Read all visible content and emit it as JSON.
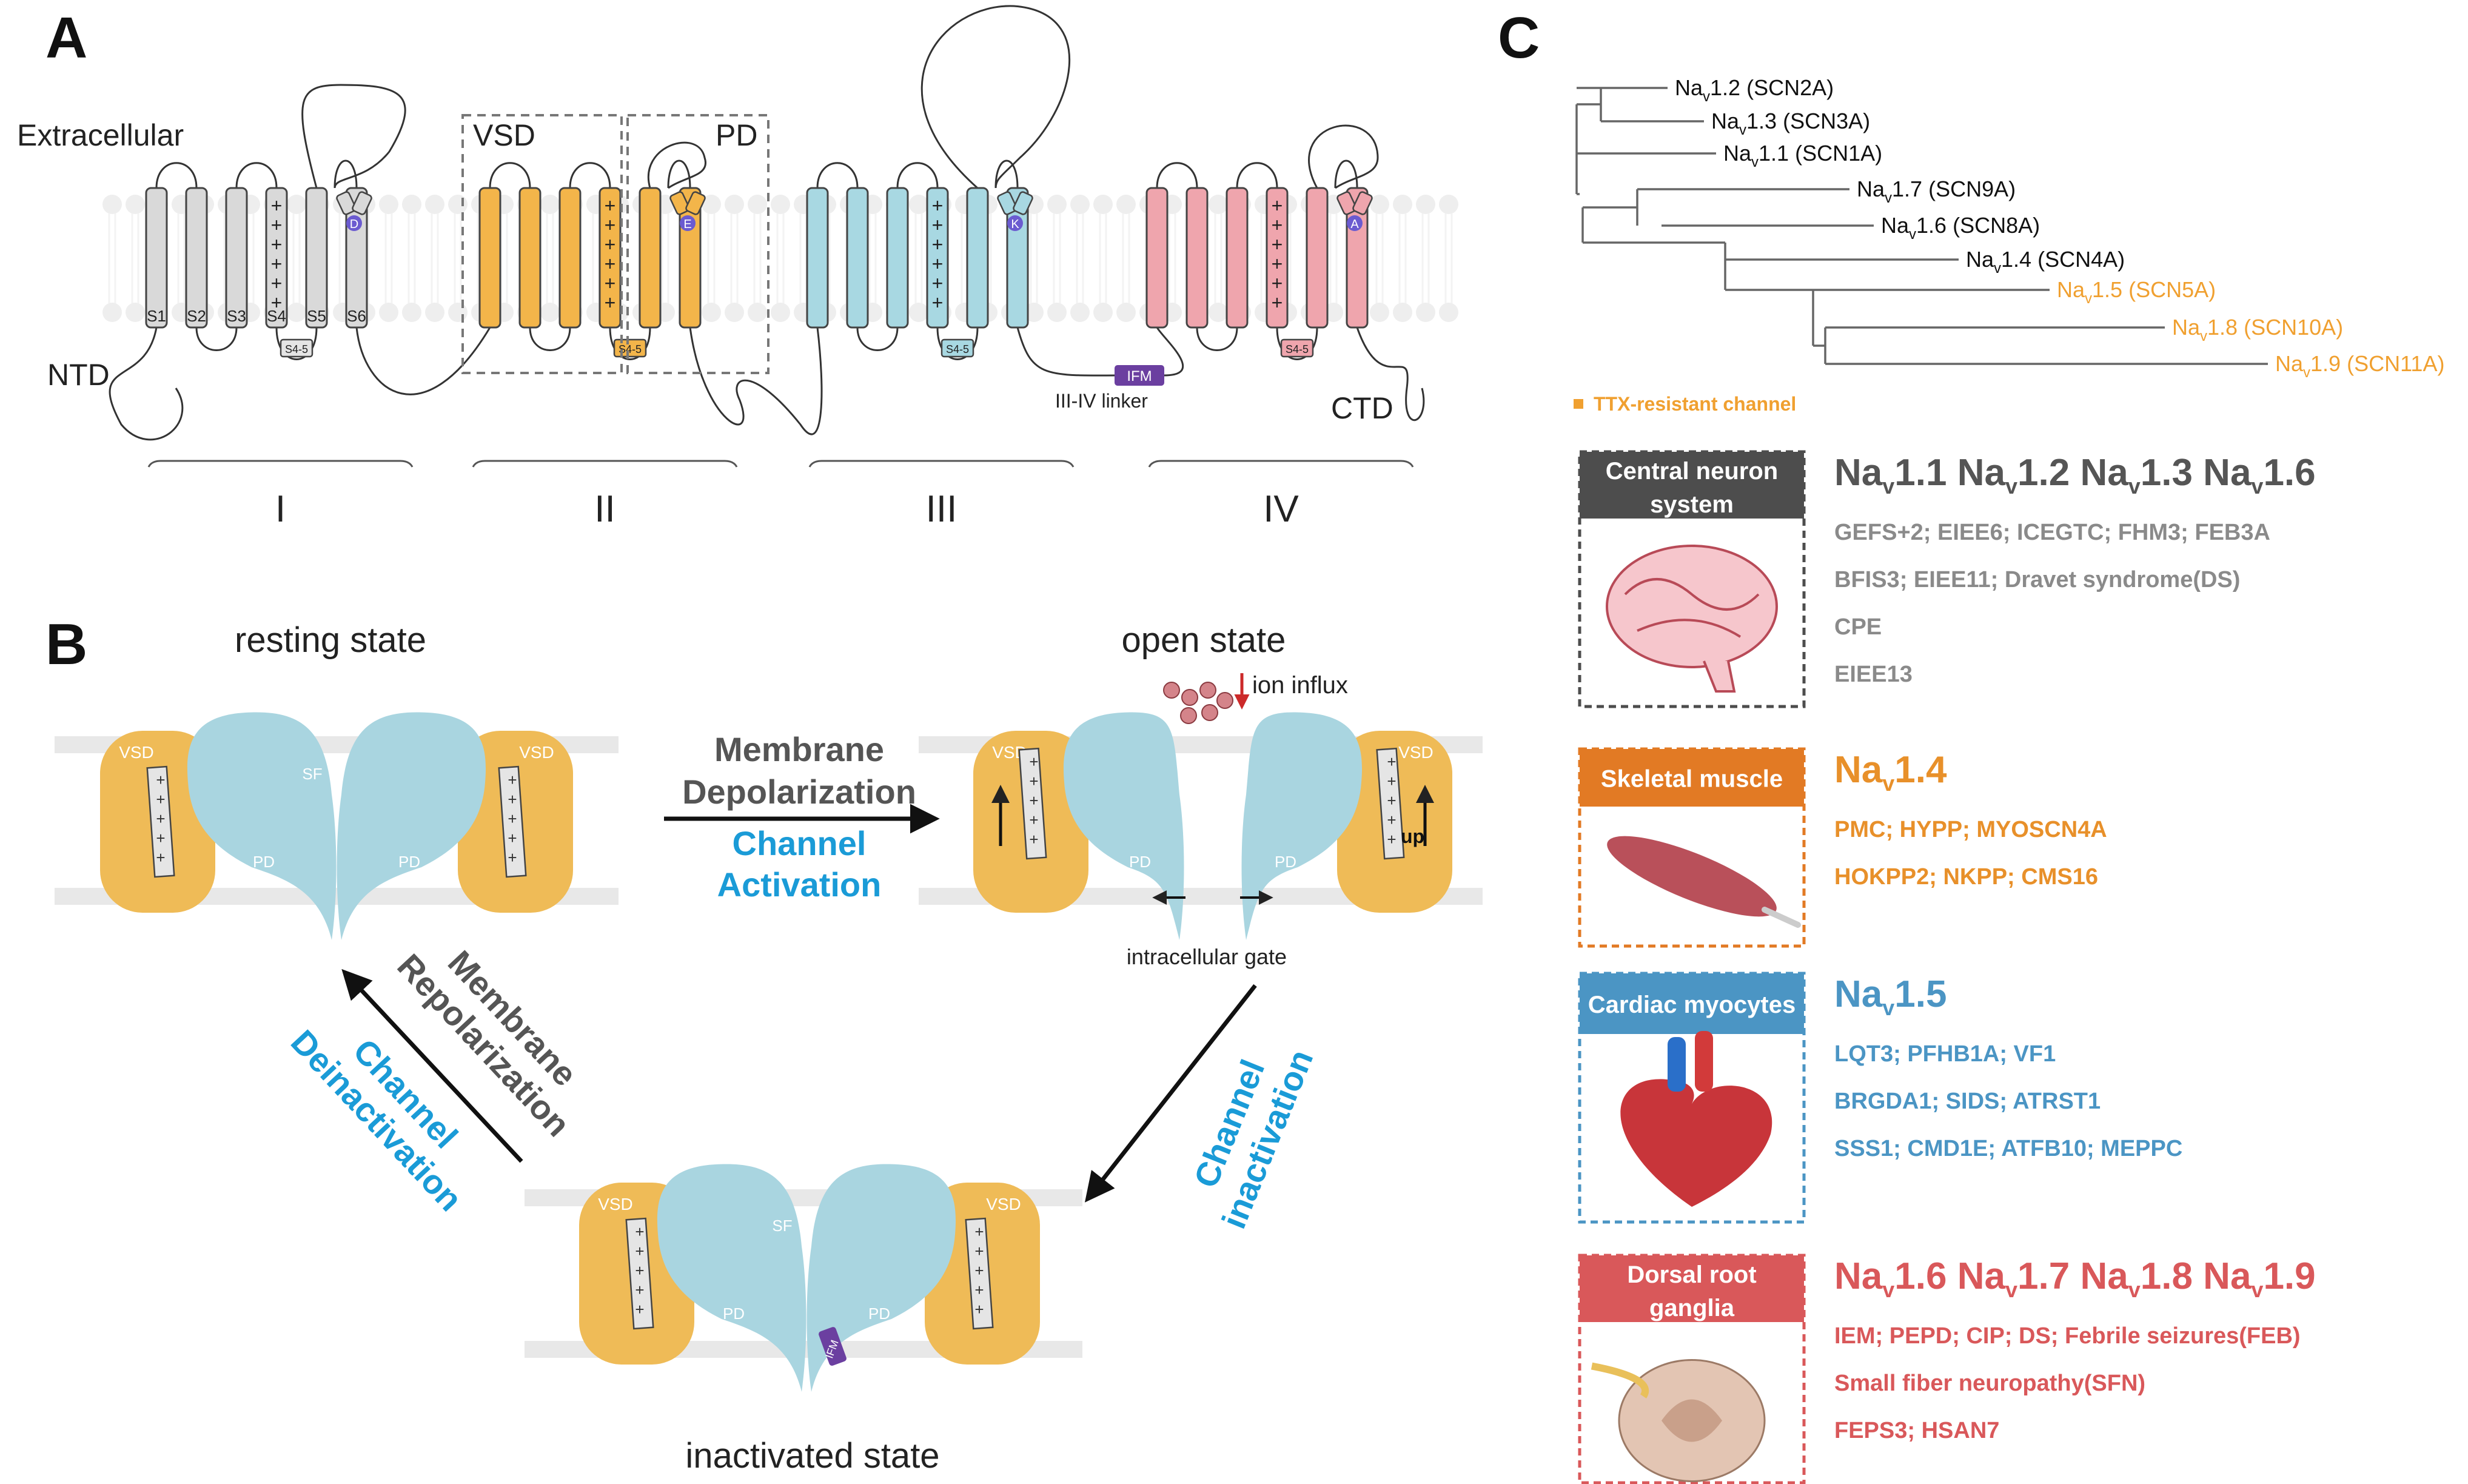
{
  "panels": {
    "a": "A",
    "b": "B",
    "c": "C"
  },
  "panel_a": {
    "extracellular": "Extracellular",
    "ntd": "NTD",
    "ctd": "CTD",
    "vsd": "VSD",
    "pd": "PD",
    "segments": [
      "S1",
      "S2",
      "S3",
      "S4",
      "S5",
      "S6"
    ],
    "linker": "S4-5",
    "ifm": "IFM",
    "iii_iv_linker": "III-IV linker",
    "domains": [
      "I",
      "II",
      "III",
      "IV"
    ],
    "selectivity_residues": [
      "D",
      "E",
      "K",
      "A"
    ],
    "charge": "+",
    "colors": {
      "I": "#d9d9d9",
      "II": "#f3b54a",
      "III": "#a8d8e2",
      "IV": "#efa5ad",
      "ifm": "#6b3fa0",
      "residue": "#6b5bd0"
    }
  },
  "panel_b": {
    "resting": "resting state",
    "open": "open state",
    "inactivated": "inactivated state",
    "vsd": "VSD",
    "pd": "PD",
    "sf": "SF",
    "up": "up",
    "ion_influx": "ion influx",
    "intracellular_gate": "intracellular gate",
    "ifm": "IFM",
    "membrane_depolarization": [
      "Membrane",
      "Depolarization"
    ],
    "channel_activation": [
      "Channel",
      "Activation"
    ],
    "channel_inactivation": [
      "Channel",
      "inactivation"
    ],
    "membrane_repolarization": [
      "Membrane",
      "Repolarization"
    ],
    "channel_deinactivation": [
      "Channel",
      "Deinactivation"
    ],
    "colors": {
      "vsd": "#efbb57",
      "pore": "#a9d5e0",
      "gray_text": "#555555",
      "blue_text": "#1a9bd7",
      "ion": "#d4848a"
    }
  },
  "panel_c": {
    "tree": [
      {
        "base": "Na",
        "sub": "v",
        "rest": "1.2 (SCN2A)",
        "orange": false
      },
      {
        "base": "Na",
        "sub": "v",
        "rest": "1.3 (SCN3A)",
        "orange": false
      },
      {
        "base": "Na",
        "sub": "v",
        "rest": "1.1 (SCN1A)",
        "orange": false
      },
      {
        "base": "Na",
        "sub": "v",
        "rest": "1.7 (SCN9A)",
        "orange": false
      },
      {
        "base": "Na",
        "sub": "v",
        "rest": "1.6 (SCN8A)",
        "orange": false
      },
      {
        "base": "Na",
        "sub": "v",
        "rest": "1.4 (SCN4A)",
        "orange": false
      },
      {
        "base": "Na",
        "sub": "v",
        "rest": "1.5 (SCN5A)",
        "orange": true
      },
      {
        "base": "Na",
        "sub": "v",
        "rest": "1.8 (SCN10A)",
        "orange": true
      },
      {
        "base": "Na",
        "sub": "v",
        "rest": "1.9 (SCN11A)",
        "orange": true
      }
    ],
    "ttx_legend": "TTX-resistant channel",
    "tissues": [
      {
        "title": [
          "Central neuron",
          "system"
        ],
        "color": "#4d4d4d",
        "text_color": "#8a8a8a",
        "heading_color": "#555555",
        "channels": [
          "1.1",
          "1.2",
          "1.3",
          "1.6"
        ],
        "diseases": [
          "GEFS+2; EIEE6; ICEGTC; FHM3; FEB3A",
          "BFIS3; EIEE11; Dravet syndrome(DS)",
          "CPE",
          "EIEE13"
        ]
      },
      {
        "title": [
          "Skeletal muscle"
        ],
        "color": "#e27a24",
        "text_color": "#e8902a",
        "heading_color": "#e8902a",
        "channels": [
          "1.4"
        ],
        "diseases": [
          "PMC; HYPP; MYOSCN4A",
          "HOKPP2; NKPP; CMS16"
        ]
      },
      {
        "title": [
          "Cardiac myocytes"
        ],
        "color": "#4b95c4",
        "text_color": "#4b95c4",
        "heading_color": "#4b95c4",
        "channels": [
          "1.5"
        ],
        "diseases": [
          "LQT3; PFHB1A; VF1",
          "BRGDA1; SIDS; ATRST1",
          "SSS1; CMD1E; ATFB10; MEPPC"
        ]
      },
      {
        "title": [
          "Dorsal root",
          "ganglia"
        ],
        "color": "#d9585a",
        "text_color": "#d9585a",
        "heading_color": "#d9585a",
        "channels": [
          "1.6",
          "1.7",
          "1.8",
          "1.9"
        ],
        "diseases": [
          "IEM; PEPD; CIP; DS; Febrile seizures(FEB)",
          "Small fiber neuropathy(SFN)",
          "FEPS3; HSAN7"
        ]
      }
    ],
    "tree_orange": "#f0a030"
  }
}
